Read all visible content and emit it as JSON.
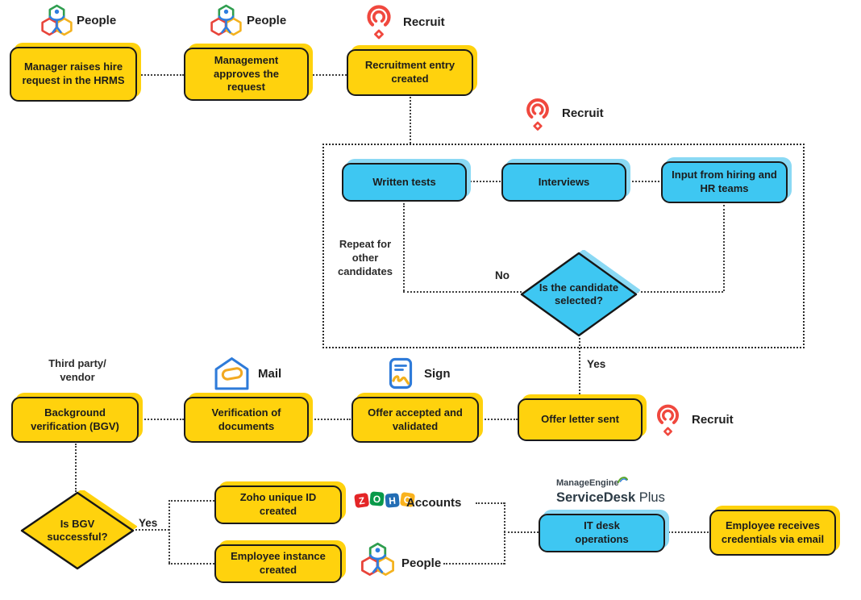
{
  "colors": {
    "yellow": "#FFD20D",
    "blue": "#3EC7F2",
    "blue_shadow": "#8AD9F4",
    "border_ink": "#1a1a1a",
    "connector": "#3f3f3f",
    "recruit_red": "#F0483E",
    "mail_sign_blue": "#2E7BD9",
    "accent_yellow_icon": "#F2A922"
  },
  "flow": {
    "row1": {
      "people1": "People",
      "manager_box": "Manager raises hire request in the HRMS",
      "people2": "People",
      "management_box": "Management approves the request",
      "recruit1": "Recruit",
      "entry_box": "Recruitment entry created"
    },
    "selection": {
      "recruit2": "Recruit",
      "written_tests_box": "Written tests",
      "interviews_box": "Interviews",
      "input_hiring_box": "Input from hiring and HR teams",
      "repeat_note": "Repeat for other candidates",
      "no": "No",
      "candidate_diamond": "Is the candidate selected?",
      "yes": "Yes"
    },
    "offer": {
      "third_party_note": "Third party/ vendor",
      "bgv_box": "Background verification (BGV)",
      "mail": "Mail",
      "verification_box": "Verification of documents",
      "sign": "Sign",
      "accepted_box": "Offer accepted and validated",
      "sent_box": "Offer letter sent",
      "recruit3": "Recruit"
    },
    "onboarding": {
      "bgv_diamond": "Is BGV successful?",
      "yes": "Yes",
      "zoho_id_box": "Zoho unique ID created",
      "zoho_letters": [
        "Z",
        "O",
        "H",
        "O"
      ],
      "accounts": "Accounts",
      "instance_box": "Employee instance created",
      "people3": "People",
      "brand_line1": "ManageEngine",
      "brand_line2_bold": "ServiceDesk",
      "brand_line2_rest": "Plus",
      "it_desk_box": "IT desk operations",
      "credentials_box": "Employee receives credentials via email"
    }
  }
}
